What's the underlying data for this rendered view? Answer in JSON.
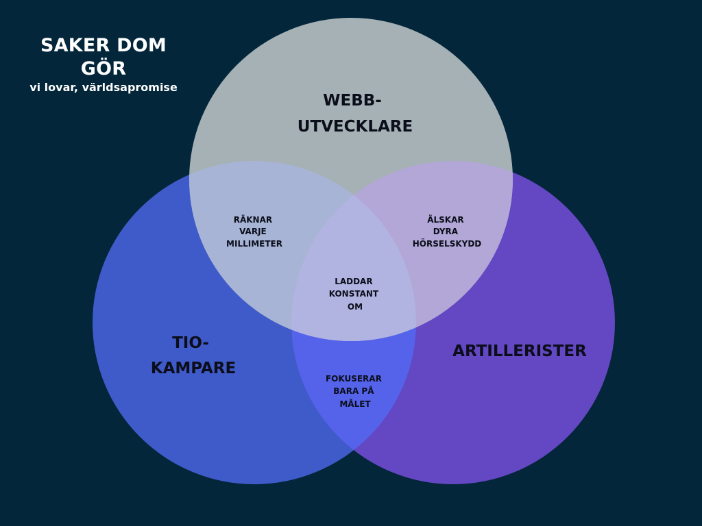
{
  "header": {
    "title": "SAKER DOM GÖR",
    "subtitle": "vi lovar, världsapromise"
  },
  "colors": {
    "background": "#03263a",
    "circle_top": "#a6b1b5",
    "circle_left": "#3f5bc9",
    "circle_right": "#6447c2",
    "overlap_left_right": "#5463ea",
    "overlap_top_left": "#a7b4d5",
    "overlap_top_right": "#b2a7d6",
    "overlap_center": "#b1b4e0"
  },
  "sets": {
    "top": {
      "line1": "WEBB-",
      "line2": "UTVECKLARE"
    },
    "left": {
      "line1": "TIO-",
      "line2": "KAMPARE"
    },
    "right": {
      "line1": "ARTILLERISTER"
    }
  },
  "overlaps": {
    "top_left": {
      "line1": "RÄKNAR",
      "line2": "VARJE",
      "line3": "MILLIMETER"
    },
    "top_right": {
      "line1": "ÄLSKAR",
      "line2": "DYRA",
      "line3": "HÖRSELSKYDD"
    },
    "left_right": {
      "line1": "FOKUSERAR",
      "line2": "BARA PÅ",
      "line3": "MÅLET"
    },
    "center": {
      "line1": "LADDAR",
      "line2": "KONSTANT",
      "line3": "OM"
    }
  }
}
